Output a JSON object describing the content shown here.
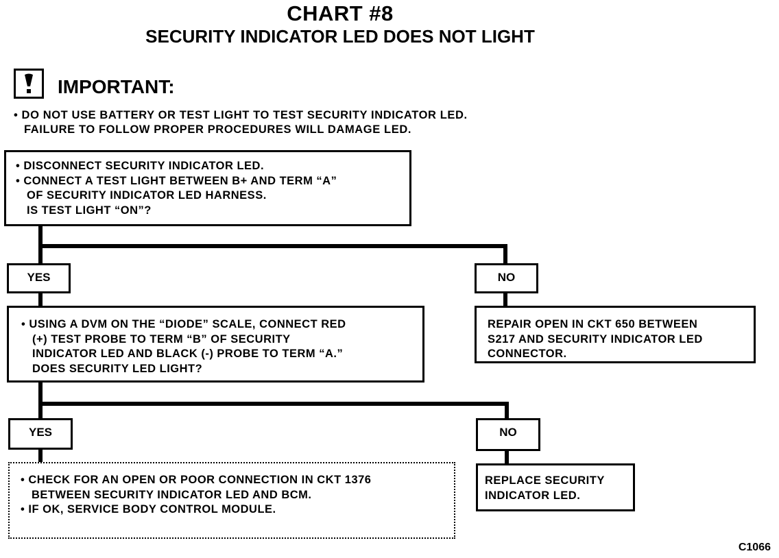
{
  "chart": {
    "title": "CHART #8",
    "subtitle": "SECURITY INDICATOR LED DOES NOT LIGHT"
  },
  "important": {
    "icon": "exclamation-warning-icon",
    "label": "IMPORTANT:",
    "note_line_1": "• DO NOT USE BATTERY OR TEST LIGHT TO TEST SECURITY INDICATOR LED.",
    "note_line_2": "FAILURE TO FOLLOW PROPER PROCEDURES WILL DAMAGE LED."
  },
  "step1": {
    "lines": [
      "• DISCONNECT SECURITY INDICATOR LED.",
      "• CONNECT A TEST LIGHT BETWEEN B+ AND TERM “A”",
      "OF SECURITY INDICATOR LED HARNESS.",
      "IS TEST LIGHT “ON”?"
    ]
  },
  "branch1": {
    "yes_label": "YES",
    "no_label": "NO"
  },
  "step2": {
    "lines": [
      "• USING A DVM ON THE “DIODE” SCALE, CONNECT RED",
      "(+) TEST PROBE TO TERM “B” OF SECURITY",
      "INDICATOR LED AND BLACK (-) PROBE TO TERM “A.”",
      "DOES SECURITY LED LIGHT?"
    ]
  },
  "result_no_1": {
    "lines": [
      "REPAIR OPEN IN CKT 650 BETWEEN",
      "S217 AND SECURITY INDICATOR LED",
      "CONNECTOR."
    ]
  },
  "branch2": {
    "yes_label": "YES",
    "no_label": "NO"
  },
  "result_yes_2": {
    "lines": [
      "• CHECK FOR AN OPEN OR POOR CONNECTION IN CKT 1376",
      "BETWEEN SECURITY INDICATOR LED AND BCM.",
      "• IF OK, SERVICE BODY CONTROL MODULE."
    ]
  },
  "result_no_2": {
    "lines": [
      "REPLACE SECURITY",
      "INDICATOR LED."
    ]
  },
  "figure_code": "C1066"
}
